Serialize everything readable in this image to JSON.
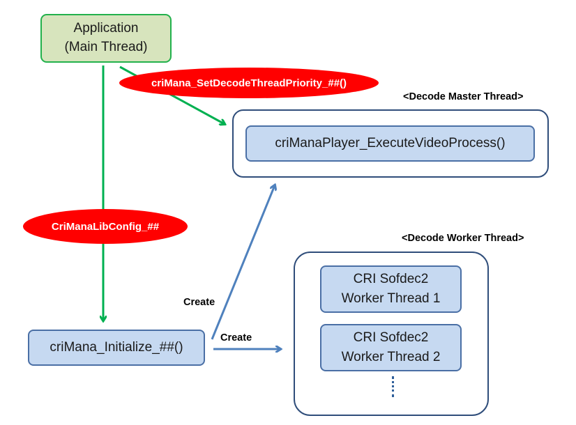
{
  "application": {
    "line1": "Application",
    "line2": "(Main Thread)"
  },
  "calls": {
    "set_priority": "criMana_SetDecodeThreadPriority_##()",
    "lib_config": "CriManaLibConfig_##"
  },
  "master_thread": {
    "label": "<Decode Master Thread>",
    "function": "criManaPlayer_ExecuteVideoProcess()"
  },
  "worker_thread": {
    "label": "<Decode Worker Thread>",
    "workers": [
      {
        "line1": "CRI Sofdec2",
        "line2": "Worker Thread 1"
      },
      {
        "line1": "CRI Sofdec2",
        "line2": "Worker Thread 2"
      }
    ]
  },
  "initialize": {
    "label": "criMana_Initialize_##()"
  },
  "edges": {
    "create_master": "Create",
    "create_worker": "Create"
  },
  "colors": {
    "green_arrow": "#00b050",
    "blue_arrow": "#4f81bd",
    "red_ellipse": "#ff0000",
    "box_fill_blue": "#c6d9f1",
    "box_fill_green": "#d7e4bd"
  }
}
